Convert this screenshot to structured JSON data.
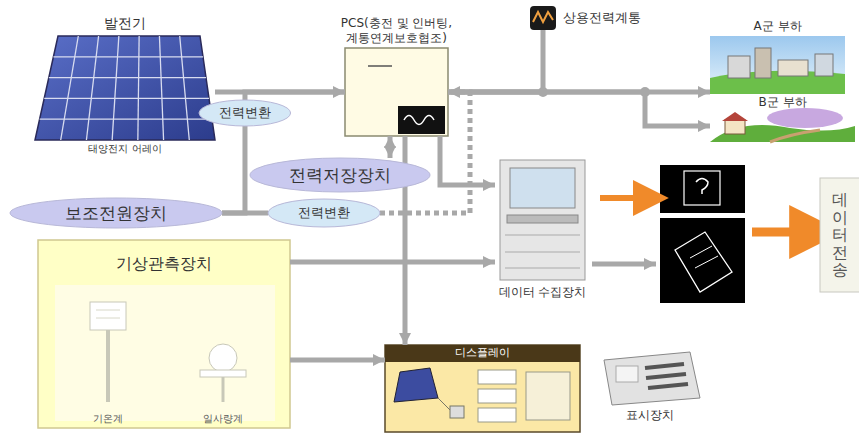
{
  "diagram": {
    "nodes": [
      {
        "text": [
          "발전기",
          "태양전지 어레이"
        ]
      },
      {
        "text": [
          "PCS(충전 및 인버팅, 계통연계보호협조)"
        ]
      },
      {
        "text": [
          "상용전력계통"
        ]
      },
      {
        "text": [
          "A군 부하"
        ]
      },
      {
        "text": [
          "B군 부하"
        ]
      },
      {
        "text": [
          "전력변환"
        ]
      },
      {
        "text": [
          "전력저장장치"
        ]
      },
      {
        "text": [
          "보조전원장치"
        ]
      },
      {
        "text": [
          "전력변환"
        ]
      },
      {
        "text": [
          "기상관측장치"
        ]
      },
      {
        "text": [
          "기온계"
        ],
        "in": 9
      },
      {
        "text": [
          "일사량계"
        ],
        "in": 9
      },
      {
        "text": [
          "데이터 수집장치"
        ]
      },
      {
        "text": [
          "데이터전송"
        ]
      },
      {
        "text": [
          "디스플레이"
        ]
      },
      {
        "text": [
          "표시장치"
        ]
      }
    ],
    "edges": [
      {
        "from": 0,
        "to": 1,
        "arrow": "none"
      },
      {
        "from": 1,
        "to": 3,
        "arrow": "to"
      },
      {
        "from": 1,
        "to": 4,
        "arrow": "to"
      },
      {
        "from": 1,
        "to": 2,
        "arrow": "none"
      },
      {
        "from": 7,
        "to": 5,
        "arrow": "none"
      },
      {
        "from": 5,
        "to": 1,
        "arrow": "to"
      },
      {
        "from": 1,
        "to": 6,
        "arrow": "both"
      },
      {
        "from": 7,
        "to": 8,
        "arrow": "none"
      },
      {
        "from": 8,
        "to": 1,
        "arrow": "to"
      },
      {
        "from": 1,
        "to": 12,
        "arrow": "to"
      },
      {
        "from": 1,
        "to": 14,
        "arrow": "to"
      },
      {
        "from": 9,
        "to": 12,
        "arrow": "to"
      },
      {
        "from": 9,
        "to": 14,
        "arrow": "to"
      }
    ]
  }
}
